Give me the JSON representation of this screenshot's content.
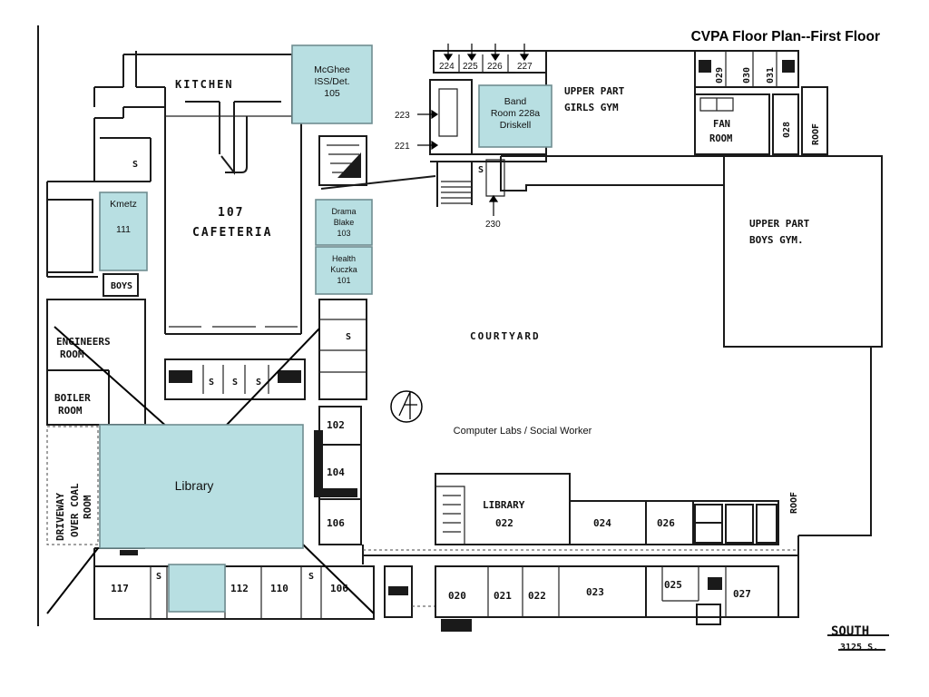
{
  "title": "CVPA Floor Plan--First Floor",
  "plan_rooms": {
    "kitchen": "KITCHEN",
    "cafeteria_num": "107",
    "cafeteria": "CAFETERIA",
    "engineers_1": "ENGINEERS",
    "engineers_2": "ROOM",
    "boiler_1": "BOILER",
    "boiler_2": "ROOM",
    "boys": "BOYS",
    "driveway": "DRIVEWAY",
    "over_coal": "OVER COAL",
    "coal_room": "ROOM",
    "upper_girls_1": "UPPER PART",
    "upper_girls_2": "GIRLS GYM",
    "upper_boys_1": "UPPER PART",
    "upper_boys_2": "BOYS GYM.",
    "fan_1": "FAN",
    "fan_2": "ROOM",
    "courtyard": "COURTYARD",
    "library_1": "LIBRARY",
    "library_2": "022",
    "roof": "ROOF",
    "roof_right": "ROOF",
    "south_1": "SOUTH",
    "south_2": "3125 S."
  },
  "rooms_top": [
    "224",
    "225",
    "226",
    "227"
  ],
  "rooms_top_right": [
    "029",
    "030",
    "031"
  ],
  "room_028": "028",
  "rooms_west": [
    "102",
    "104",
    "106"
  ],
  "rooms_bottom_left": [
    "117",
    "112",
    "110",
    "106"
  ],
  "rooms_bottom_mid": [
    "020",
    "021",
    "022",
    "023"
  ],
  "rooms_bottom_right": [
    "024",
    "026",
    "025",
    "027"
  ],
  "arrow_labels": {
    "r223": "223",
    "r221": "221",
    "r230": "230"
  },
  "overlays": {
    "mcghee": [
      "McGhee",
      "ISS/Det.",
      "105"
    ],
    "band": [
      "Band",
      "Room 228a",
      "Driskell"
    ],
    "kmetz": [
      "Kmetz",
      "111"
    ],
    "drama": [
      "Drama",
      "Blake",
      "103"
    ],
    "health": [
      "Health",
      "Kuczka",
      "101"
    ],
    "library": "Library",
    "computer_labs": "Computer Labs / Social Worker"
  },
  "colors": {
    "overlay_fill": "#b8dfe2",
    "overlay_border": "#6f8d91",
    "ink": "#1a1a1a"
  }
}
